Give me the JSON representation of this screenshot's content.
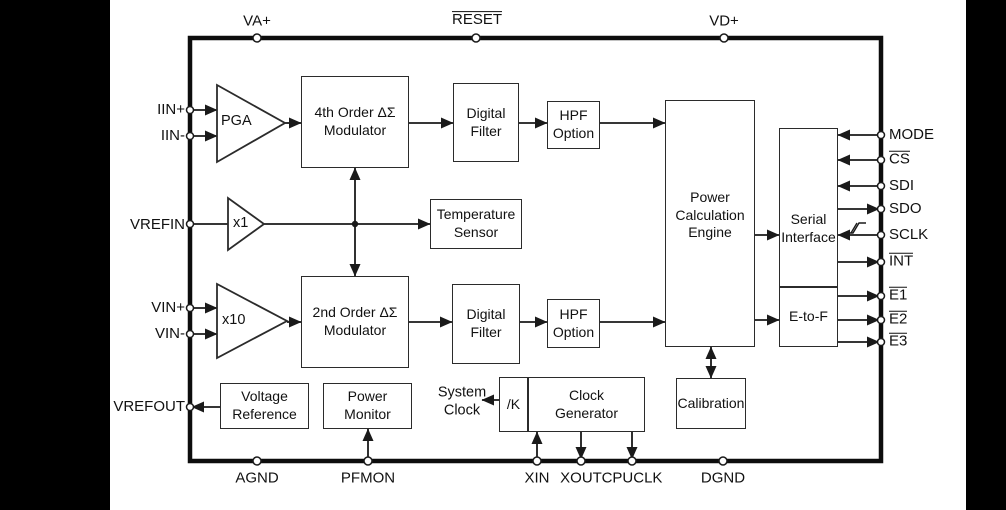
{
  "colors": {
    "background": "#ffffff",
    "letterbox_bar": "#000000",
    "line": "#1a1a1a"
  },
  "top_pins": [
    {
      "label": "VA+",
      "overline": false
    },
    {
      "label": "RESET",
      "overline": true
    },
    {
      "label": "VD+",
      "overline": false
    }
  ],
  "left_pins": [
    {
      "label": "IIN+",
      "direction": "input"
    },
    {
      "label": "IIN-",
      "direction": "input"
    },
    {
      "label": "VREFIN",
      "direction": "input"
    },
    {
      "label": "VIN+",
      "direction": "input"
    },
    {
      "label": "VIN-",
      "direction": "input"
    },
    {
      "label": "VREFOUT",
      "direction": "output"
    }
  ],
  "right_pins": [
    {
      "label": "MODE",
      "overline": false,
      "direction": "input"
    },
    {
      "label": "CS",
      "overline": true,
      "direction": "input"
    },
    {
      "label": "SDI",
      "overline": false,
      "direction": "input"
    },
    {
      "label": "SDO",
      "overline": false,
      "direction": "output"
    },
    {
      "label": "SCLK",
      "overline": false,
      "direction": "input",
      "icon": "schmitt-trigger"
    },
    {
      "label": "INT",
      "overline": true,
      "direction": "output"
    },
    {
      "label": "E1",
      "overline": true,
      "direction": "output"
    },
    {
      "label": "E2",
      "overline": true,
      "direction": "output"
    },
    {
      "label": "E3",
      "overline": true,
      "direction": "output"
    }
  ],
  "bottom_pins": [
    {
      "label": "AGND"
    },
    {
      "label": "PFMON"
    },
    {
      "label": "XIN"
    },
    {
      "label": "XOUT"
    },
    {
      "label": "CPUCLK"
    },
    {
      "label": "DGND"
    }
  ],
  "blocks": {
    "pga": "PGA",
    "x1_amp": "x1",
    "x10_amp": "x10",
    "modulator_4th": [
      "4th Order ΔΣ",
      "Modulator"
    ],
    "digital_filter_1": [
      "Digital",
      "Filter"
    ],
    "hpf_option_1": [
      "HPF",
      "Option"
    ],
    "temperature_sensor": [
      "Temperature",
      "Sensor"
    ],
    "modulator_2nd": [
      "2nd Order ΔΣ",
      "Modulator"
    ],
    "digital_filter_2": [
      "Digital",
      "Filter"
    ],
    "hpf_option_2": [
      "HPF",
      "Option"
    ],
    "power_calculation_engine": [
      "Power",
      "Calculation",
      "Engine"
    ],
    "serial_interface": [
      "Serial",
      "Interface"
    ],
    "e_to_f": "E-to-F",
    "voltage_reference": [
      "Voltage",
      "Reference"
    ],
    "power_monitor": [
      "Power",
      "Monitor"
    ],
    "clock_divider": "/K",
    "clock_generator": [
      "Clock",
      "Generator"
    ],
    "calibration": "Calibration"
  },
  "annotations": {
    "system_clock": [
      "System",
      "Clock"
    ]
  }
}
